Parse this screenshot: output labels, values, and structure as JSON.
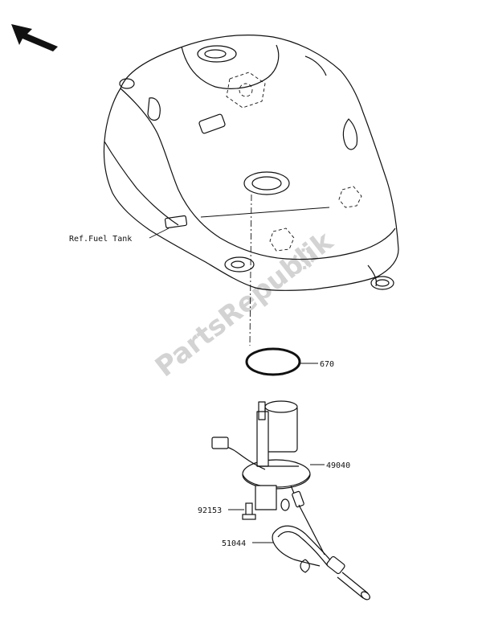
{
  "labels": {
    "ref_fuel_tank": "Ref.Fuel Tank",
    "part_670": "670",
    "part_49040": "49040",
    "part_92153": "92153",
    "part_51044": "51044"
  },
  "watermark": "PartsRepublik",
  "colors": {
    "line": "#111111",
    "watermark": "#d3d3d3",
    "background": "#ffffff"
  },
  "icons": {
    "direction": "front-arrow-icon",
    "watermark_gear": "gear-icon"
  }
}
